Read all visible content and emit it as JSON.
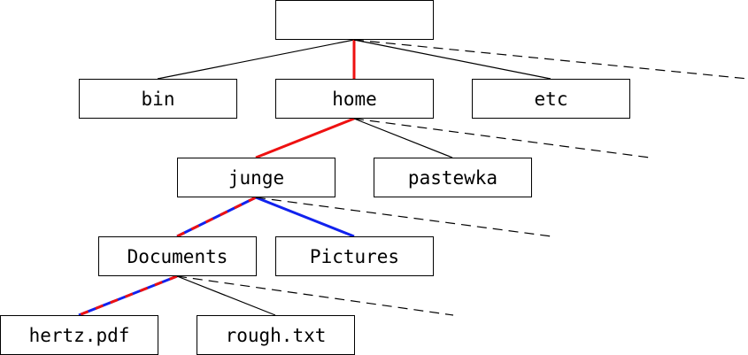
{
  "tree": {
    "root": {
      "label": ""
    },
    "nodes": {
      "bin": "bin",
      "home": "home",
      "etc": "etc",
      "junge": "junge",
      "pastewka": "pastewka",
      "documents": "Documents",
      "pictures": "Pictures",
      "hertz": "hertz.pdf",
      "rough": "rough.txt"
    },
    "highlight_colors": {
      "path_a": "#ee1111",
      "path_b": "#1122ee",
      "normal": "#000000"
    }
  }
}
